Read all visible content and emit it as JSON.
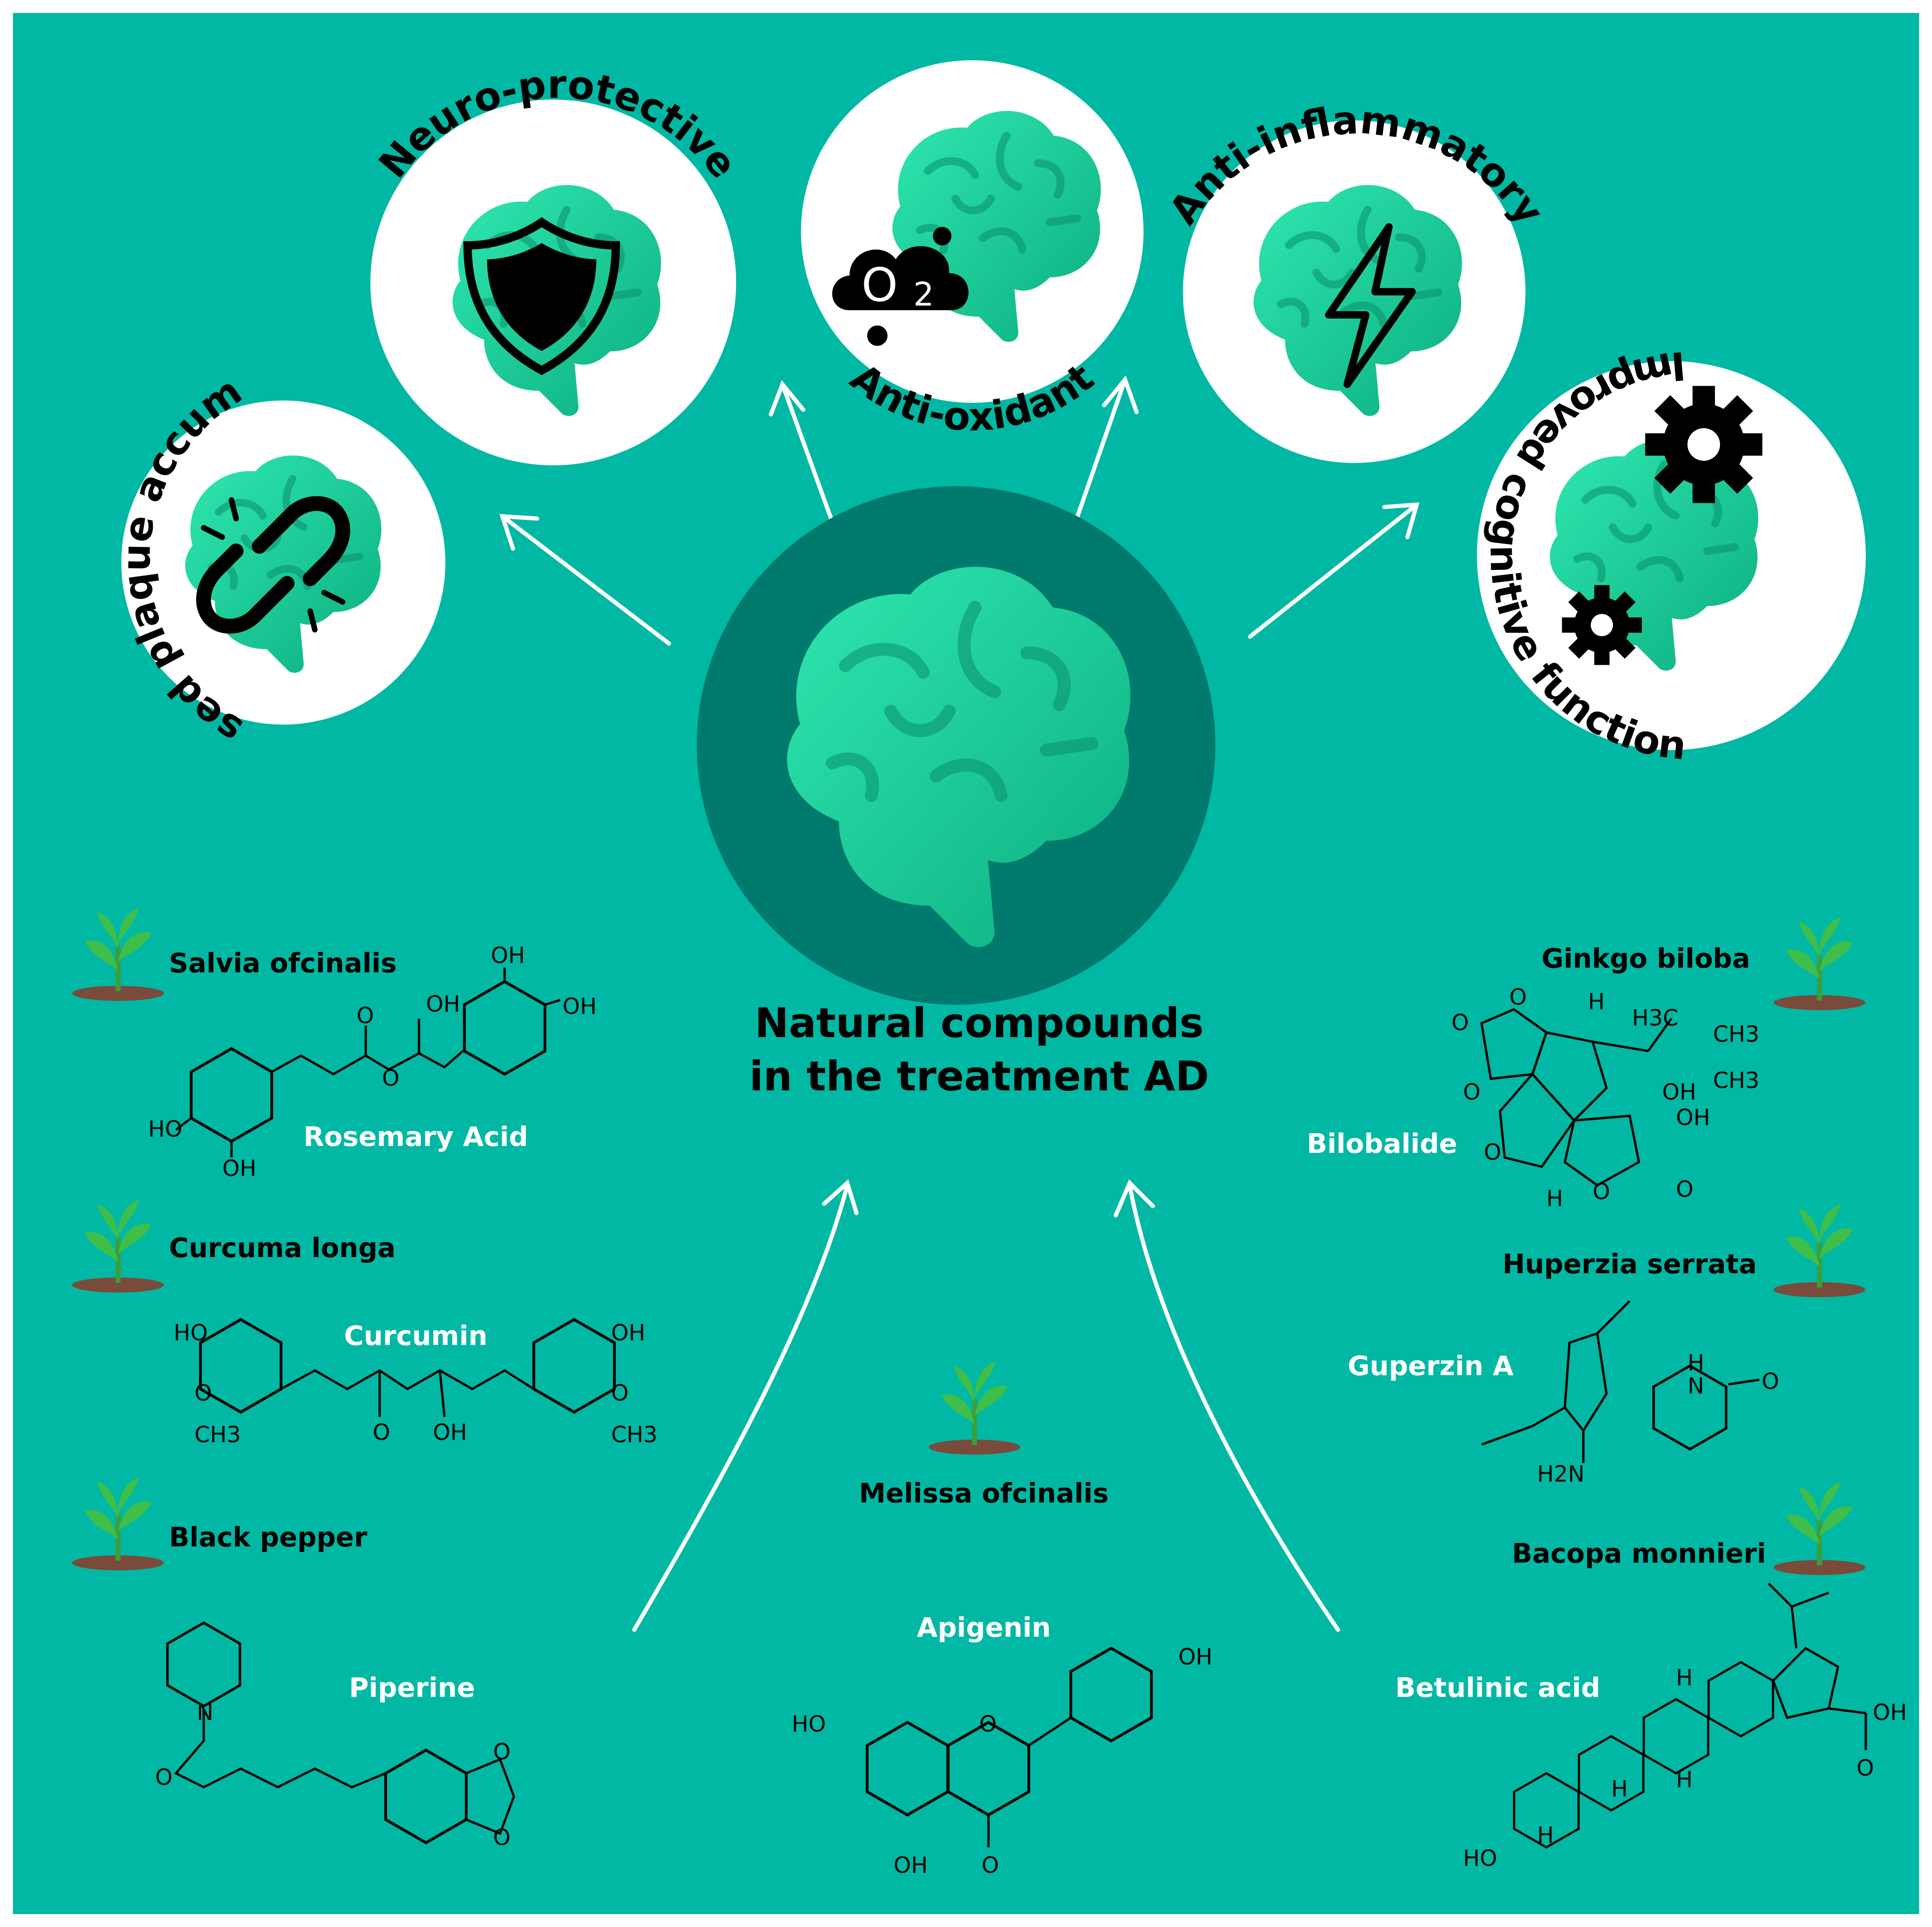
{
  "title": {
    "line1": "Natural compounds",
    "line2": "in the treatment AD"
  },
  "effects": {
    "plaque": "Decreased plaque accumulation",
    "neuro": "Neuro-protective",
    "oxidant": "Anti-oxidant",
    "inflammatory": "Anti-inflammatory",
    "cognitive": "Improved cognitive function",
    "o2_symbol": "O",
    "o2_sub": "2"
  },
  "plants": {
    "salvia": "Salvia ofcinalis",
    "curcuma": "Curcuma longa",
    "pepper": "Black pepper",
    "melissa": "Melissa ofcinalis",
    "ginkgo": "Ginkgo biloba",
    "huperzia": "Huperzia serrata",
    "bacopa": "Bacopa monnieri"
  },
  "compounds": {
    "rosemary": "Rosemary Acid",
    "curcumin": "Curcumin",
    "piperine": "Piperine",
    "apigenin": "Apigenin",
    "bilobalide": "Bilobalide",
    "guperzin": "Guperzin A",
    "betulinic": "Betulinic acid"
  },
  "atom_labels": {
    "oh": "OH",
    "ho": "HO",
    "o": "O",
    "n": "N",
    "h": "H",
    "h2n": "H2N",
    "ch3": "CH3",
    "h3c": "H3C"
  },
  "colors": {
    "background": "#00b8a3",
    "border": "#ffffff",
    "center_disc": "#007a6c",
    "brain": "#22dca4",
    "brain_dark": "#0aa57b",
    "circle": "#ffffff",
    "text_dark": "#000000",
    "text_light": "#ffffff",
    "arrow": "#ffffff"
  }
}
